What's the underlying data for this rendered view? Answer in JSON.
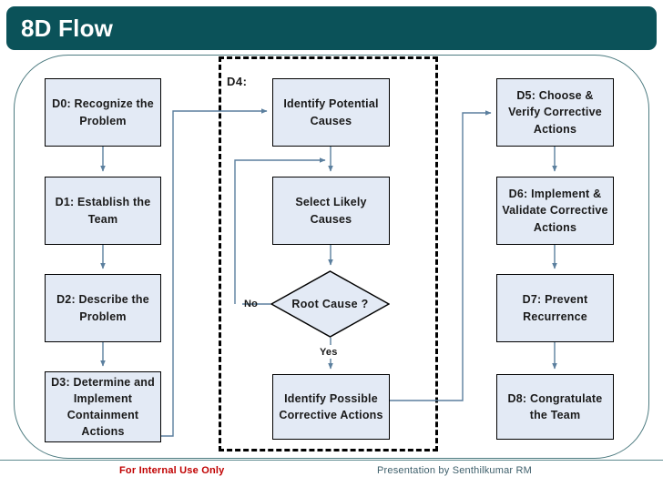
{
  "slide": {
    "title": "8D Flow",
    "title_bar_color": "#0b5259",
    "box_fill_color": "#e3eaf5",
    "connector_color": "#5b7f9e"
  },
  "group": {
    "d4_label": "D4:"
  },
  "left_column": [
    {
      "id": "d0",
      "label": "D0: Recognize the Problem"
    },
    {
      "id": "d1",
      "label": "D1: Establish the Team"
    },
    {
      "id": "d2",
      "label": "D2: Describe the Problem"
    },
    {
      "id": "d3",
      "label": "D3: Determine and Implement Containment Actions"
    }
  ],
  "middle_column": [
    {
      "id": "identify_potential_causes",
      "label": "Identify Potential Causes"
    },
    {
      "id": "select_likely_causes",
      "label": "Select Likely Causes"
    },
    {
      "id": "root_cause_decision",
      "label": "Root Cause ?"
    },
    {
      "id": "identify_possible_corrective_actions",
      "label": "Identify Possible Corrective Actions"
    }
  ],
  "right_column": [
    {
      "id": "d5",
      "label": "D5: Choose & Verify Corrective Actions"
    },
    {
      "id": "d6",
      "label": "D6: Implement & Validate Corrective Actions"
    },
    {
      "id": "d7",
      "label": "D7: Prevent Recurrence"
    },
    {
      "id": "d8",
      "label": "D8: Congratulate the Team"
    }
  ],
  "edge_labels": {
    "no": "No",
    "yes": "Yes"
  },
  "footer": {
    "left": "For Internal Use Only",
    "right": "Presentation by Senthilkumar RM",
    "left_color": "#c00000",
    "right_color": "#3e5f6b"
  }
}
